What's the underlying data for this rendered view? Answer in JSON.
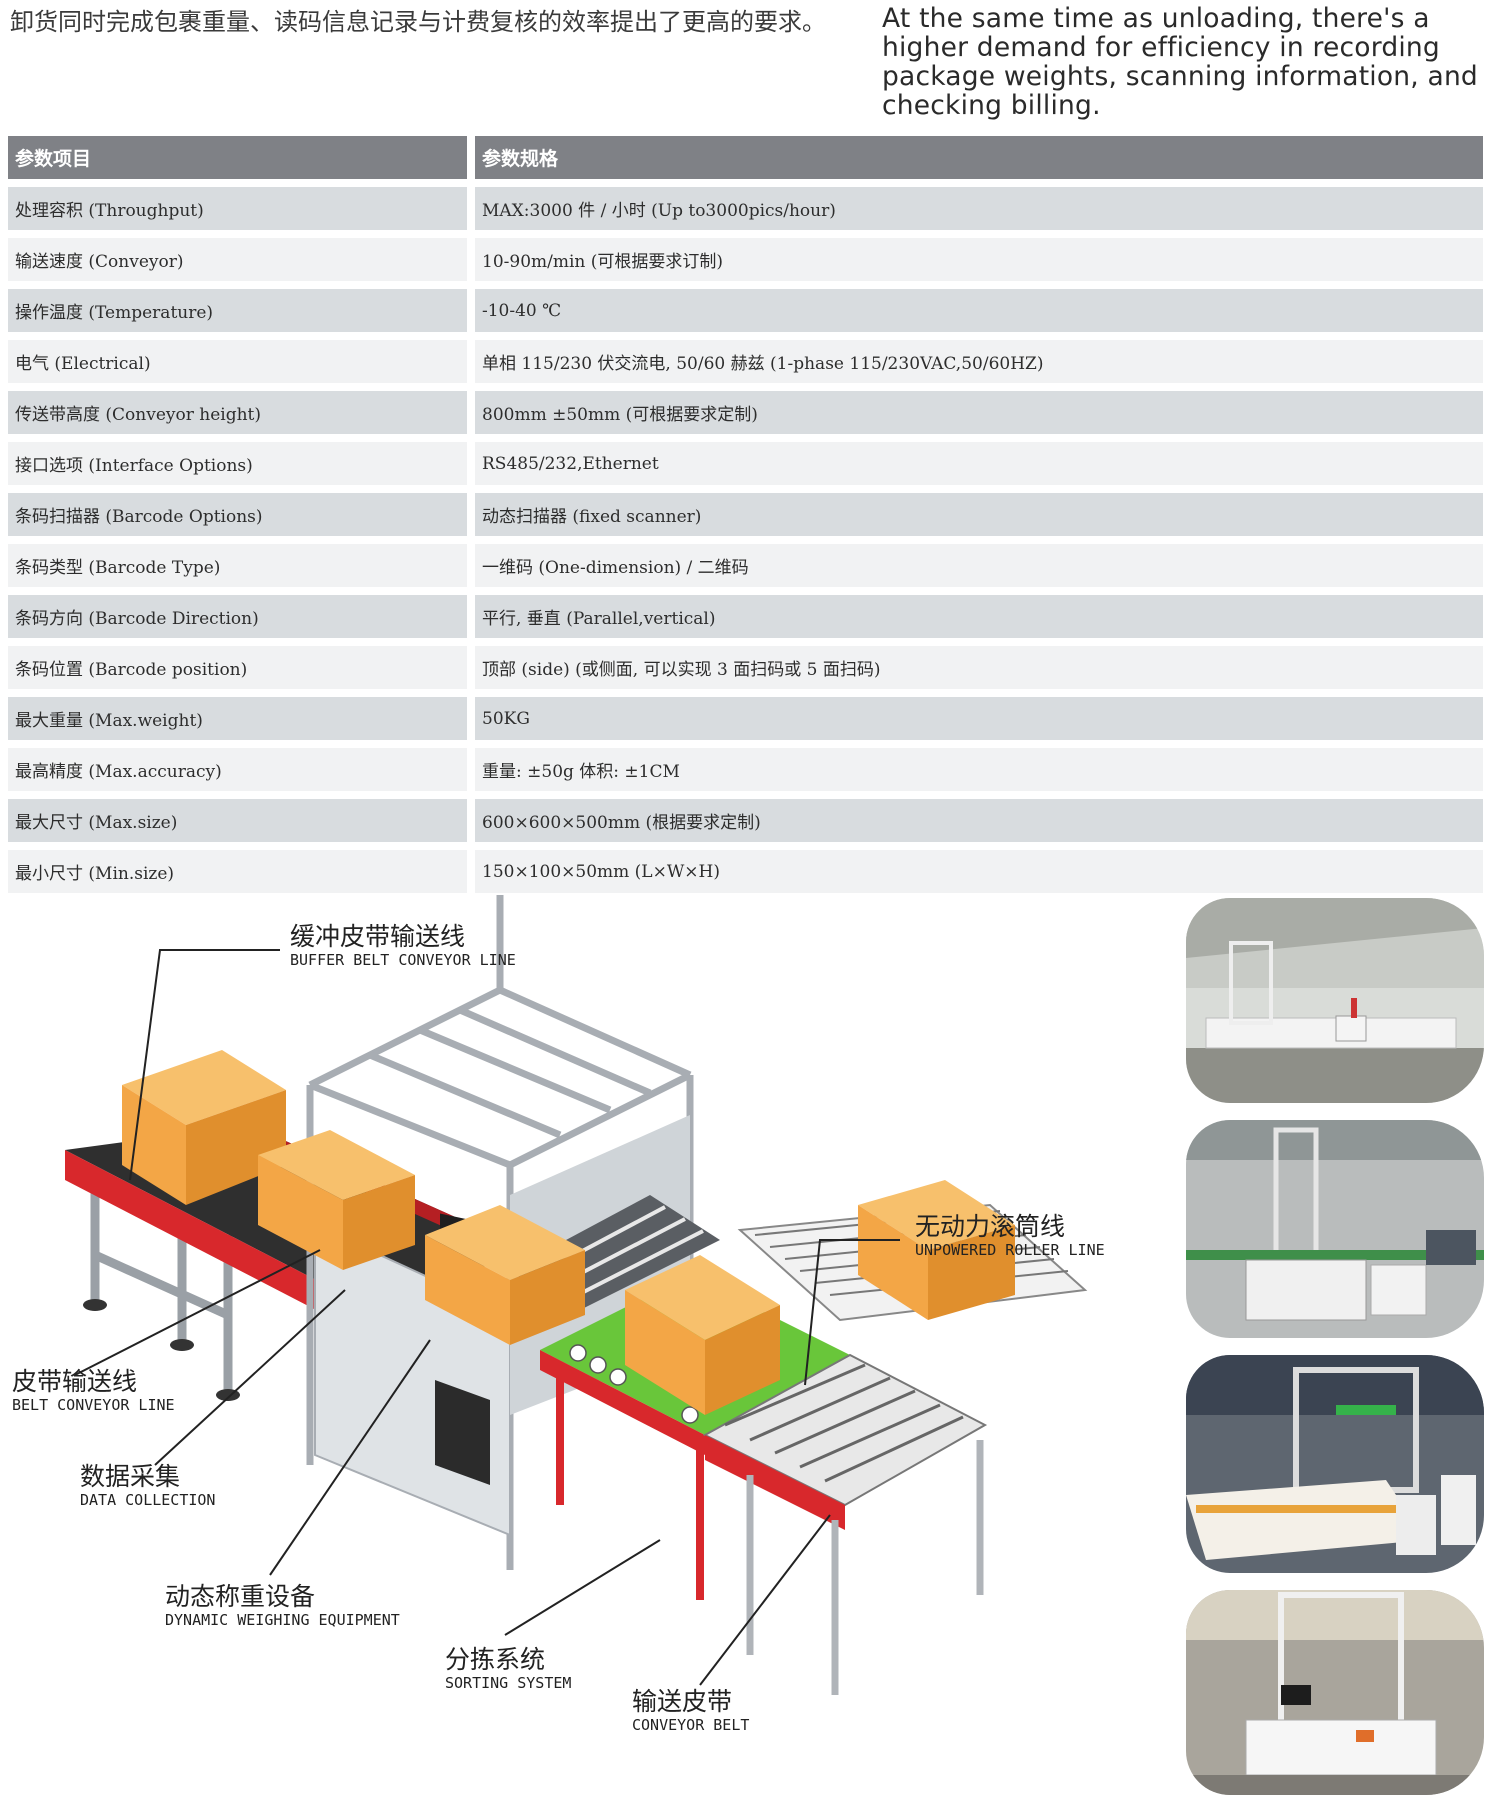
{
  "intro": {
    "cn": "卸货同时完成包裹重量、读码信息记录与计费复核的效率提出了更高的要求。",
    "en": "At the same time as unloading, there's a higher demand for efficiency in recording package weights, scanning information, and checking billing."
  },
  "table": {
    "header": [
      "参数项目",
      "参数规格"
    ],
    "rows": [
      [
        "处理容积 (Throughput)",
        "MAX:3000 件 / 小时 (Up to3000pics/hour)"
      ],
      [
        "输送速度 (Conveyor)",
        "10-90m/min (可根据要求订制)"
      ],
      [
        "操作温度 (Temperature)",
        "-10-40 ℃"
      ],
      [
        "电气 (Electrical)",
        "单相 115/230 伏交流电, 50/60 赫兹 (1-phase 115/230VAC,50/60HZ)"
      ],
      [
        "传送带高度 (Conveyor height)",
        "800mm ±50mm (可根据要求定制)"
      ],
      [
        "接口选项 (Interface Options)",
        "RS485/232,Ethernet"
      ],
      [
        "条码扫描器 (Barcode Options)",
        "动态扫描器 (fixed scanner)"
      ],
      [
        "条码类型 (Barcode Type)",
        "一维码 (One-dimension) / 二维码"
      ],
      [
        "条码方向 (Barcode Direction)",
        "平行, 垂直 (Parallel,vertical)"
      ],
      [
        "条码位置 (Barcode position)",
        "顶部 (side) (或侧面, 可以实现 3 面扫码或 5 面扫码)"
      ],
      [
        "最大重量 (Max.weight)",
        "50KG"
      ],
      [
        "最高精度 (Max.accuracy)",
        "重量: ±50g 体积: ±1CM"
      ],
      [
        "最大尺寸 (Max.size)",
        "600×600×500mm (根据要求定制)"
      ],
      [
        "最小尺寸 (Min.size)",
        "150×100×50mm (L×W×H)"
      ]
    ]
  },
  "diagram": {
    "labels": {
      "buffer": {
        "cn": "缓冲皮带输送线",
        "en": "BUFFER BELT CONVEYOR LINE"
      },
      "roller": {
        "cn": "无动力滚筒线",
        "en": "UNPOWERED ROLLER LINE"
      },
      "belt": {
        "cn": "皮带输送线",
        "en": "BELT CONVEYOR LINE"
      },
      "data": {
        "cn": "数据采集",
        "en": "DATA COLLECTION"
      },
      "weighing": {
        "cn": "动态称重设备",
        "en": "DYNAMIC WEIGHING EQUIPMENT"
      },
      "sorting": {
        "cn": "分拣系统",
        "en": "SORTING SYSTEM"
      },
      "convbelt": {
        "cn": "输送皮带",
        "en": "CONVEYOR BELT"
      }
    }
  },
  "colors": {
    "header_bg": "#7f8186",
    "row_dark": "#d8dcdf",
    "row_light": "#f1f2f3",
    "frame_red": "#d8282c",
    "box_orange": "#f3a646",
    "sorter_green": "#69c63a"
  },
  "photos": [
    "warehouse-photo",
    "warehouse-photo",
    "warehouse-photo",
    "warehouse-photo"
  ]
}
